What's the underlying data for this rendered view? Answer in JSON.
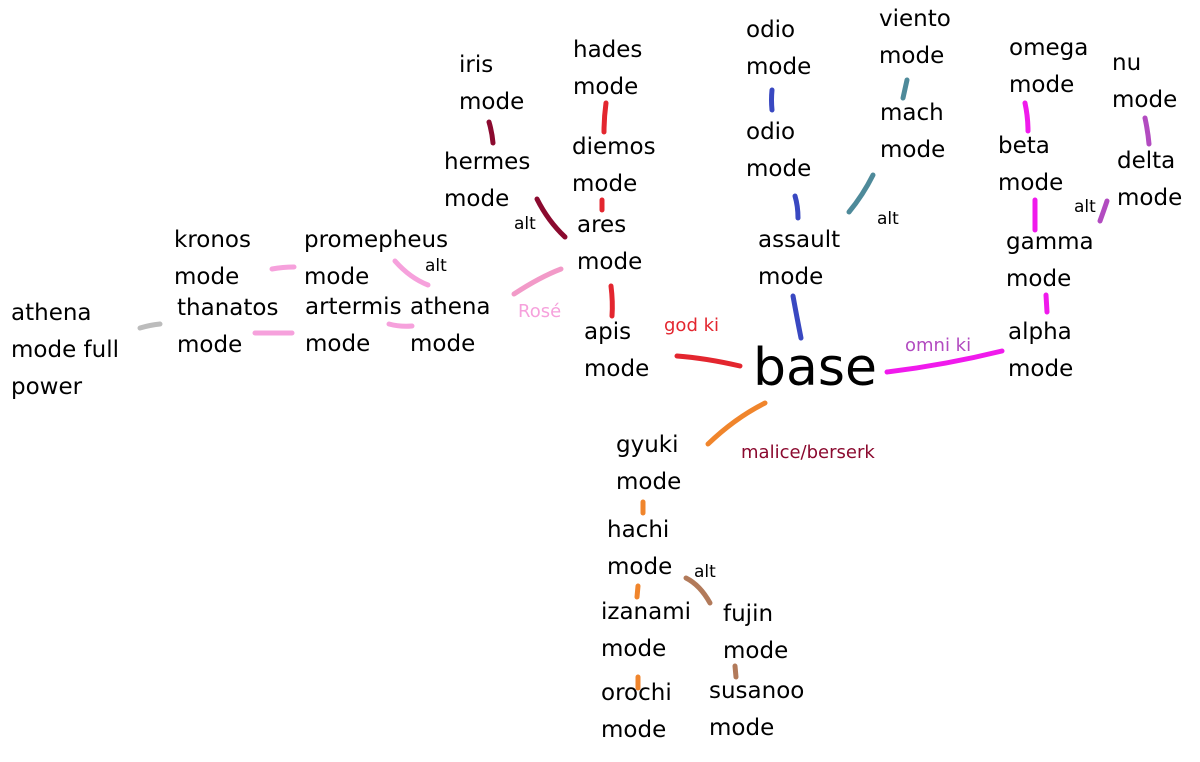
{
  "colors": {
    "red": "#e3262f",
    "dark_red": "#8b0a2f",
    "pink": "#f6a1dc",
    "light_pink": "#f29ac8",
    "gray": "#bcbcbc",
    "blue": "#3948c1",
    "teal": "#4e8a9a",
    "magenta": "#f01aec",
    "purple": "#b24bc0",
    "orange": "#f0852c",
    "brown": "#b27a5a"
  },
  "nodes": {
    "base": {
      "lines": [
        "base"
      ]
    },
    "apis": {
      "lines": [
        "apis",
        "mode"
      ]
    },
    "ares": {
      "lines": [
        "ares",
        "mode"
      ]
    },
    "diemos": {
      "lines": [
        "diemos",
        "mode"
      ]
    },
    "hades": {
      "lines": [
        "hades",
        "mode"
      ]
    },
    "hermes": {
      "lines": [
        "hermes",
        "mode"
      ]
    },
    "iris": {
      "lines": [
        "iris",
        "mode"
      ]
    },
    "athena": {
      "lines": [
        "athena",
        "mode"
      ]
    },
    "artermis": {
      "lines": [
        "artermis",
        "mode"
      ]
    },
    "promepheus": {
      "lines": [
        "promepheus",
        "mode"
      ]
    },
    "kronos": {
      "lines": [
        "kronos",
        "mode"
      ]
    },
    "thanatos": {
      "lines": [
        "thanatos",
        "mode"
      ]
    },
    "athena_full": {
      "lines": [
        "athena",
        "mode full",
        "power"
      ]
    },
    "assault": {
      "lines": [
        "assault",
        "mode"
      ]
    },
    "odio_2": {
      "lines": [
        "odio",
        "mode"
      ]
    },
    "odio_1": {
      "lines": [
        "odio",
        "mode"
      ]
    },
    "mach": {
      "lines": [
        "mach",
        "mode"
      ]
    },
    "viento": {
      "lines": [
        "viento",
        "mode"
      ]
    },
    "alpha": {
      "lines": [
        "alpha",
        "mode"
      ]
    },
    "gamma": {
      "lines": [
        "gamma",
        "mode"
      ]
    },
    "beta": {
      "lines": [
        "beta",
        "mode"
      ]
    },
    "omega": {
      "lines": [
        "omega",
        "mode"
      ]
    },
    "delta": {
      "lines": [
        "delta",
        "mode"
      ]
    },
    "nu": {
      "lines": [
        "nu",
        "mode"
      ]
    },
    "gyuki": {
      "lines": [
        "gyuki",
        "mode"
      ]
    },
    "hachi": {
      "lines": [
        "hachi",
        "mode"
      ]
    },
    "izanami": {
      "lines": [
        "izanami",
        "mode"
      ]
    },
    "orochi": {
      "lines": [
        "orochi",
        "mode"
      ]
    },
    "fujin": {
      "lines": [
        "fujin",
        "mode"
      ]
    },
    "susanoo": {
      "lines": [
        "susanoo",
        "mode"
      ]
    }
  },
  "labels": {
    "god_ki": "god ki",
    "omni_ki": "omni ki",
    "malice": "malice/berserk",
    "rose": "Rosé",
    "alt": "alt"
  }
}
